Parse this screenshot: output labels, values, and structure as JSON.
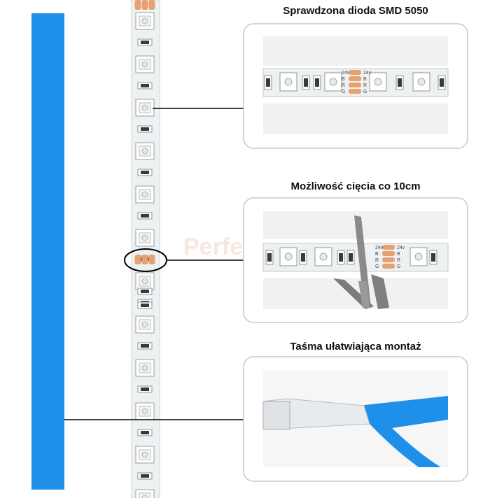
{
  "captions": {
    "diode": "Sprawdzona dioda SMD 5050",
    "cutting": "Możliwość cięcia co 10cm",
    "tape": "Taśma ułatwiająca montaż"
  },
  "strip_markings": {
    "voltage": "24v",
    "channel_b": "B",
    "channel_r": "R",
    "channel_g": "G"
  },
  "watermark": "Perfekt",
  "colors": {
    "tape_blue": "#1e90ea",
    "pad_orange": "#e8a070",
    "frame_border": "#c8c8c8",
    "leader_line": "#000000"
  }
}
